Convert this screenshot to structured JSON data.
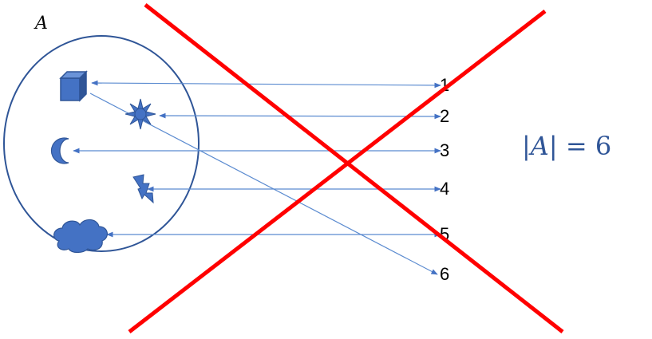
{
  "set": {
    "label": "A",
    "elements": [
      {
        "icon": "cube-icon"
      },
      {
        "icon": "sun-icon"
      },
      {
        "icon": "moon-icon"
      },
      {
        "icon": "lightning-bolt-icon"
      },
      {
        "icon": "cloud-icon"
      }
    ]
  },
  "numbers": [
    "1",
    "2",
    "3",
    "4",
    "5",
    "6"
  ],
  "cardinality": {
    "bar_left": "|",
    "set_name": "A",
    "bar_right": "|",
    "equals": " = ",
    "value": "6"
  },
  "colors": {
    "diagram_blue": "#2f5597",
    "icon_fill": "#4472c4",
    "arrow": "#5b8bd0",
    "cross": "#ff0000",
    "formula": "#2f5597"
  }
}
